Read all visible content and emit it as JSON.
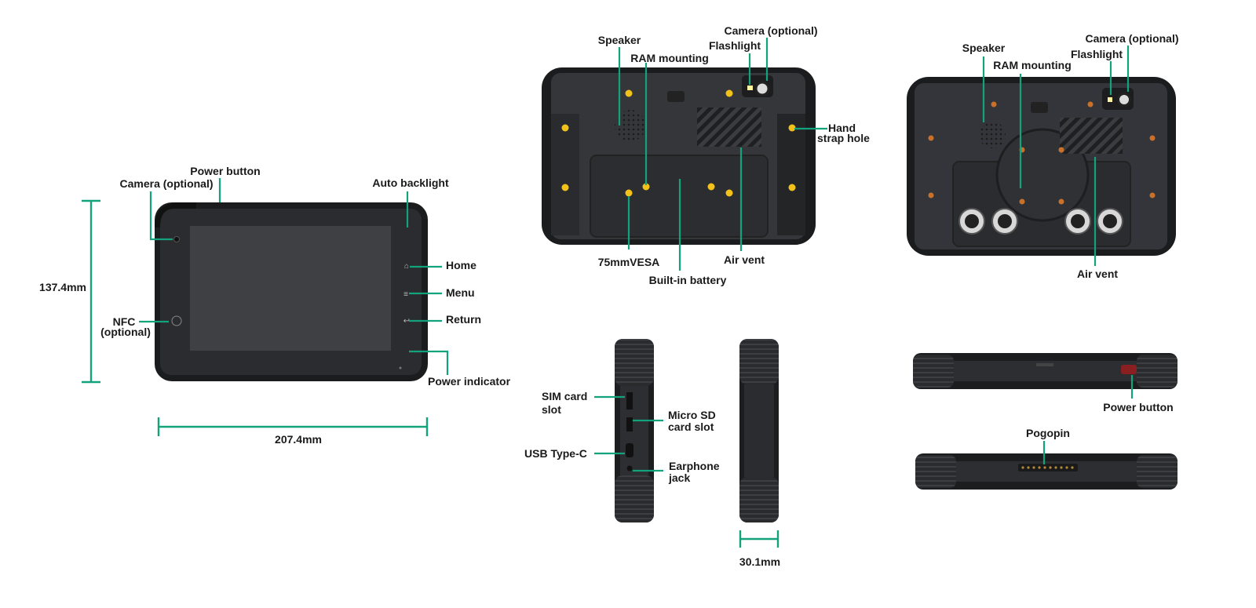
{
  "colors": {
    "leader": "#12a37c",
    "body": "#2e2f31",
    "bumper": "#1b1c1e",
    "screw": "#f2c21a",
    "orange_screw": "#c9712a"
  },
  "front": {
    "power_button": "Power button",
    "camera": "Camera (optional)",
    "auto_backlight": "Auto backlight",
    "home": "Home",
    "menu": "Menu",
    "return": "Return",
    "nfc_line1": "NFC",
    "nfc_line2": "(optional)",
    "power_indicator": "Power indicator",
    "height": "137.4mm",
    "width": "207.4mm"
  },
  "back1": {
    "speaker": "Speaker",
    "ram": "RAM mounting",
    "camera": "Camera (optional)",
    "flashlight": "Flashlight",
    "hand_line1": "Hand",
    "hand_line2": "strap hole",
    "vesa": "75mmVESA",
    "battery": "Built-in battery",
    "air_vent": "Air vent"
  },
  "back2": {
    "speaker": "Speaker",
    "ram": "RAM mounting",
    "camera": "Camera (optional)",
    "flashlight": "Flashlight",
    "air_vent": "Air vent"
  },
  "side": {
    "sim_line1": "SIM card",
    "sim_line2": "slot",
    "usb": "USB Type-C",
    "sd_line1": "Micro SD",
    "sd_line2": "card slot",
    "ear_line1": "Earphone",
    "ear_line2": "jack",
    "thickness": "30.1mm"
  },
  "edges": {
    "power_button": "Power button",
    "pogopin": "Pogopin"
  }
}
